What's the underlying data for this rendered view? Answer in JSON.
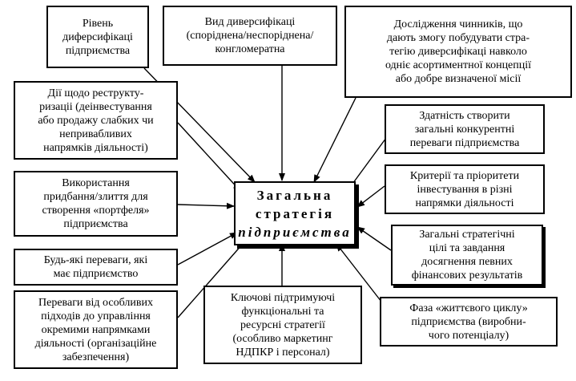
{
  "center": {
    "line1": "Загальна",
    "line2": "стратегія",
    "line3": "підприємства"
  },
  "boxes": {
    "level": [
      "Рівень",
      "диферсифікаці",
      "підприємства"
    ],
    "kind": [
      "Вид диверсифікаці",
      "(споріднена/неспоріднена/",
      "конгломератна"
    ],
    "research": [
      "Дослідження чинників, що",
      "дають змогу побудувати стра-",
      "тегію диверсифікаці навколо",
      "одніє асортиментної концепції",
      "або добре визначеної місії"
    ],
    "restructuring": [
      "Дії щодо реструкту-",
      "ризаціі (деінвестування",
      "або продажу слабких чи",
      "непривабливих",
      "напрямків діяльності)"
    ],
    "competitive": [
      "Здатність створити",
      "загальні конкурентні",
      "переваги підприємства"
    ],
    "criteria": [
      "Критерії та пріоритети",
      "інвестування в різні",
      "напрямки діяльності"
    ],
    "portfolio": [
      "Використання",
      "придбання/злиття для",
      "створення «портфеля»",
      "підприємства"
    ],
    "goals": [
      "Загальні стратегічні",
      "цілі та завдання",
      "досягнення певних",
      "фінансових результатів"
    ],
    "advantages": [
      "Будь-які переваги, які",
      "має підприємство"
    ],
    "approaches": [
      "Переваги від особливих",
      "підходів до управління",
      "окремими напрямками",
      "діяльності (організаційне",
      "забезпечення)"
    ],
    "support": [
      "Ключові підтримуючі",
      "функціональні та",
      "ресурсні стратегії",
      "(особливо маркетинг",
      "НДПКР і персонал)"
    ],
    "lifecycle": [
      "Фаза «життєвого циклу»",
      "підприємства (виробни-",
      "чого потенціалу)"
    ]
  }
}
